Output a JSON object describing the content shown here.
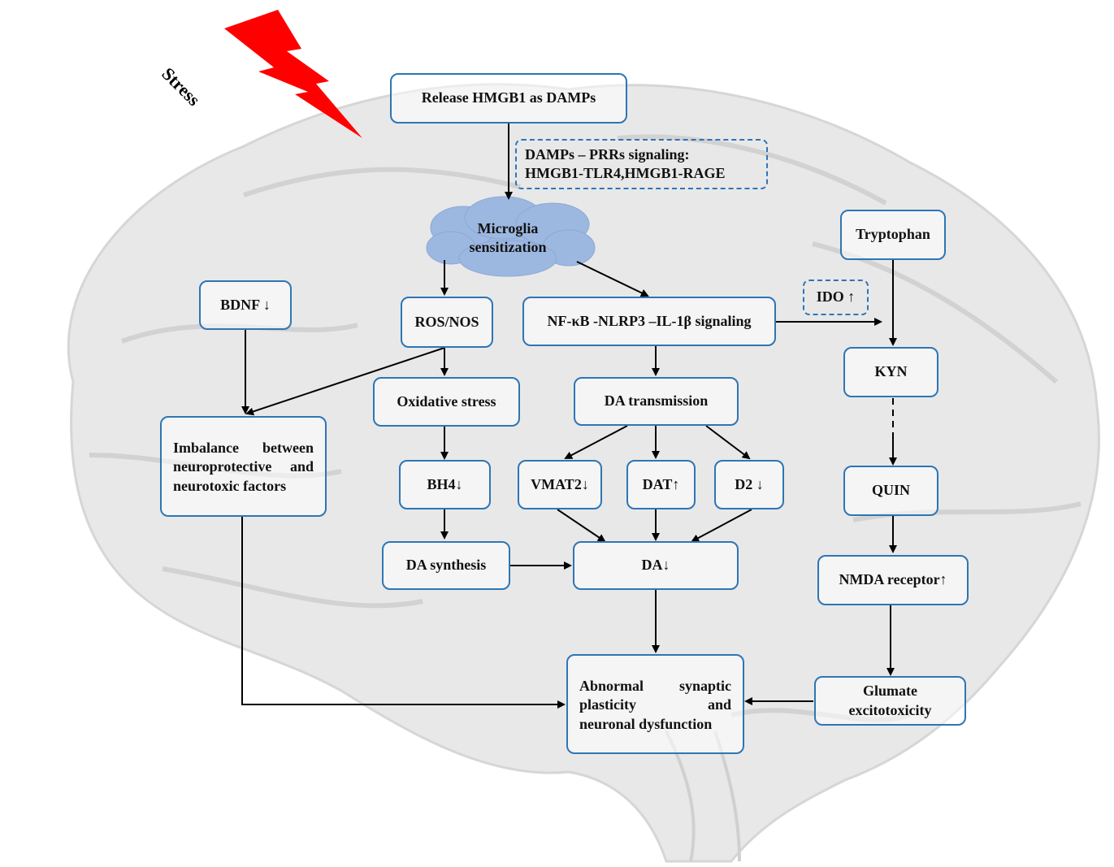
{
  "stress_label": "Stress",
  "colors": {
    "box_border": "#2e75b6",
    "lightning": "#ff0000",
    "cloud": "#9db8e0",
    "brain": "#e6e6e6"
  },
  "nodes": {
    "hmgb1": "Release HMGB1 as DAMPs",
    "signaling_line1": "DAMPs – PRRs signaling:",
    "signaling_line2": "HMGB1-TLR4,HMGB1-RAGE",
    "microglia_line1": "Microglia",
    "microglia_line2": "sensitization",
    "bdnf": "BDNF ↓",
    "ros": "ROS/NOS",
    "nfkb": "NF-κB -NLRP3 –IL-1β signaling",
    "ido": "IDO ↑",
    "tryptophan": "Tryptophan",
    "kyn": "KYN",
    "oxidative": "Oxidative stress",
    "da_transmission": "DA transmission",
    "imbalance_line1": "Imbalance between",
    "imbalance_line2": "neuroprotective and",
    "imbalance_line3": "neurotoxic factors",
    "bh4": "BH4↓",
    "vmat2": "VMAT2↓",
    "dat": "DAT↑",
    "d2": "D2 ↓",
    "quin": "QUIN",
    "da_synthesis": "DA synthesis",
    "da": "DA↓",
    "nmda": "NMDA receptor↑",
    "abnormal_line1": "Abnormal synaptic",
    "abnormal_line2": "plasticity and",
    "abnormal_line3": "neuronal dysfunction",
    "glumate_line1": "Glumate",
    "glumate_line2": "excitotoxicity"
  }
}
